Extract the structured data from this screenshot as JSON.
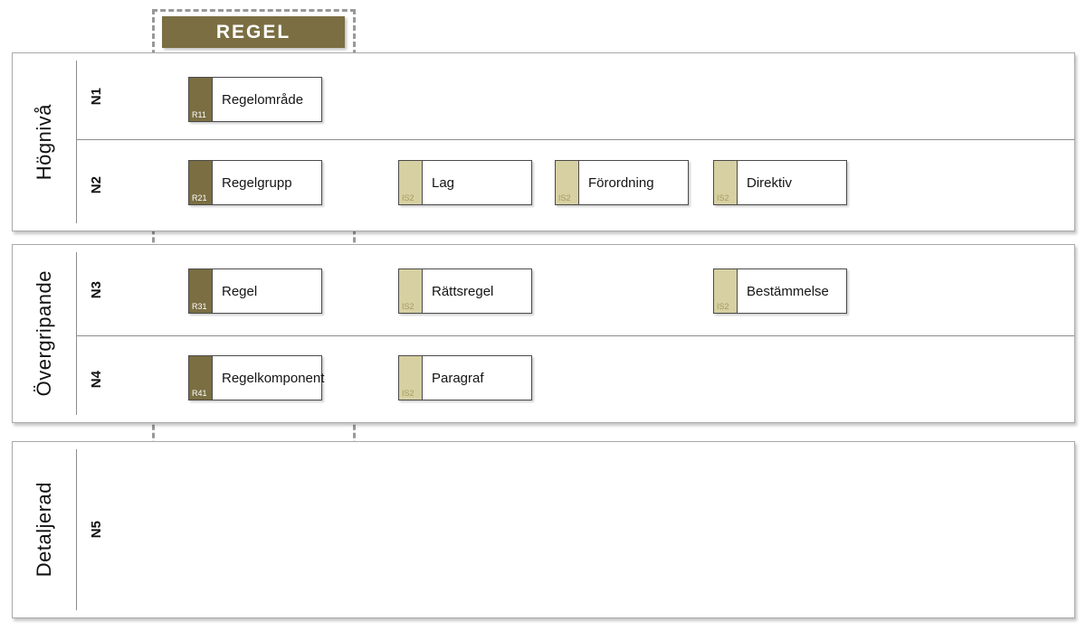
{
  "colors": {
    "olive": "#7a6e42",
    "khaki": "#d6d0a2",
    "khaki_text": "#a49b60",
    "box_border": "#4a4a4a",
    "band_border": "#a9a9a9",
    "line": "#8c8c8c",
    "dash": "#999999"
  },
  "header": {
    "label": "REGEL"
  },
  "sections": [
    {
      "label": "Högnivå",
      "rows": [
        {
          "level": "N1",
          "boxes": [
            {
              "code": "R11",
              "label": "Regelområde",
              "style": "regel"
            }
          ]
        },
        {
          "level": "N2",
          "boxes": [
            {
              "code": "R21",
              "label": "Regelgrupp",
              "style": "regel"
            },
            {
              "code": "IS2",
              "label": "Lag",
              "style": "extern"
            },
            {
              "code": "IS2",
              "label": "Förordning",
              "style": "extern"
            },
            {
              "code": "IS2",
              "label": "Direktiv",
              "style": "extern"
            }
          ]
        }
      ]
    },
    {
      "label": "Övergripande",
      "rows": [
        {
          "level": "N3",
          "boxes": [
            {
              "code": "R31",
              "label": "Regel",
              "style": "regel"
            },
            {
              "code": "IS2",
              "label": "Rättsregel",
              "style": "extern"
            },
            {
              "code": "IS2",
              "label": "Bestämmelse",
              "style": "extern"
            }
          ]
        },
        {
          "level": "N4",
          "boxes": [
            {
              "code": "R41",
              "label": "Regelkomponent",
              "style": "regel"
            },
            {
              "code": "IS2",
              "label": "Paragraf",
              "style": "extern"
            }
          ]
        }
      ]
    },
    {
      "label": "Detaljerad",
      "rows": [
        {
          "level": "N5",
          "boxes": []
        }
      ]
    }
  ]
}
